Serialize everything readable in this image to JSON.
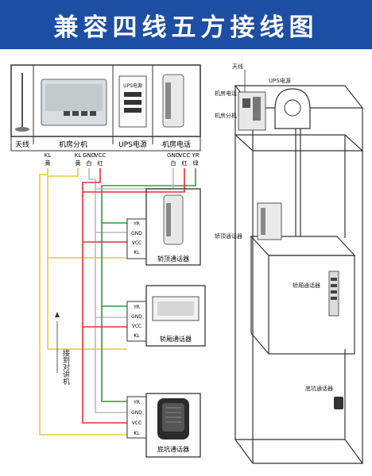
{
  "title": "兼容四线五方接线图",
  "top_panel": {
    "labels": [
      "天线",
      "机房分机",
      "UPS电源",
      "机房电话"
    ]
  },
  "terminal_labels": [
    "YR",
    "GND",
    "VCC",
    "KL"
  ],
  "wire_colors": {
    "yellow": "#e8c83a",
    "white": "#bbbbbb",
    "red": "#e23030",
    "green": "#2f9a3c"
  },
  "wire_color_names": [
    "绿",
    "白",
    "红",
    "黄"
  ],
  "wire_note": "接到对讲机",
  "stations": [
    {
      "label": "轿顶通话器"
    },
    {
      "label": "轿厢通话器"
    },
    {
      "label": "底坑通话器"
    }
  ],
  "elevator": {
    "antenna": "天线",
    "machine_room_phone": "机房电话",
    "ups_label": "UPS电源",
    "room_unit": "机房分机",
    "car_top": "轿顶通话器",
    "car_inside": "轿厢通话器",
    "pit": "底坑通话器"
  }
}
